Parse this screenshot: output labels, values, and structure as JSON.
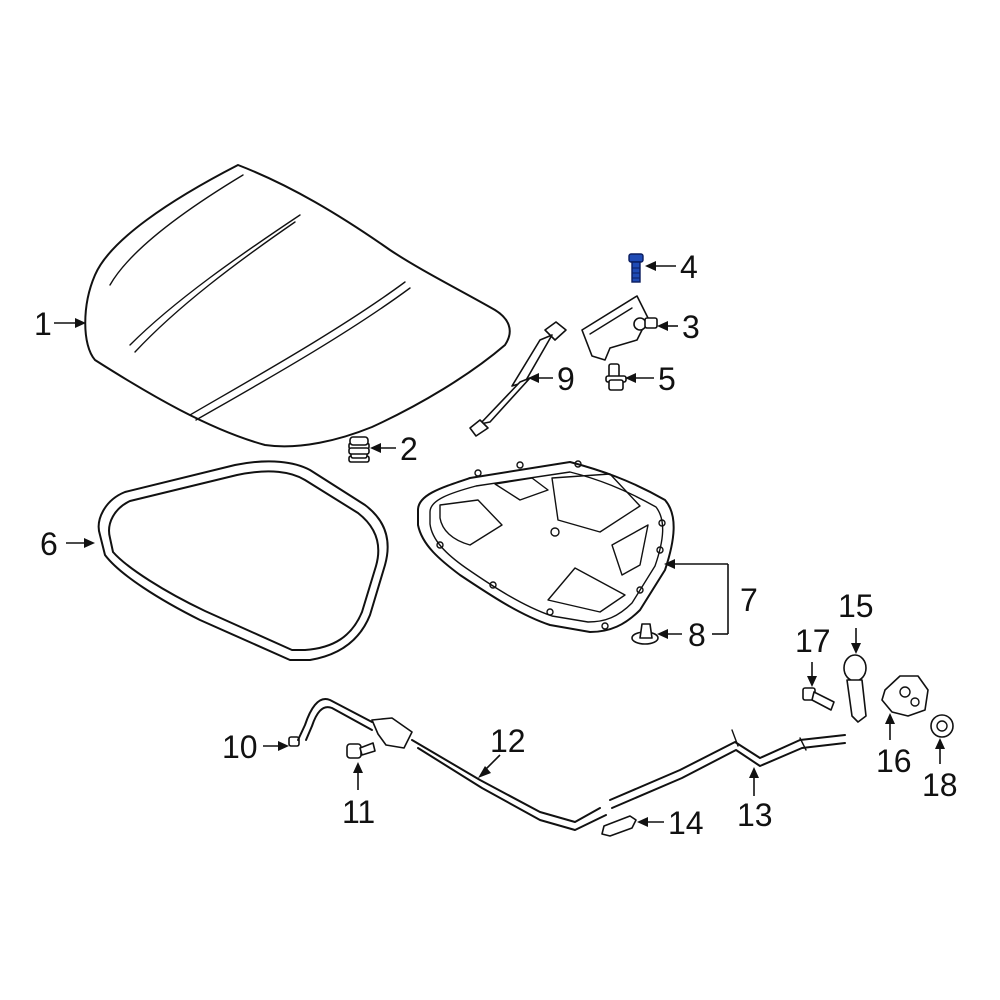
{
  "diagram": {
    "callouts": [
      "1",
      "2",
      "3",
      "4",
      "5",
      "6",
      "7",
      "8",
      "9",
      "10",
      "11",
      "12",
      "13",
      "14",
      "15",
      "16",
      "17",
      "18"
    ],
    "highlight_part": "4",
    "colors": {
      "line": "#111111",
      "highlight": "#1f4bb5",
      "background": "#ffffff"
    },
    "parts": [
      {
        "id": "1",
        "icon": "hood-panel"
      },
      {
        "id": "2",
        "icon": "bumper-stop"
      },
      {
        "id": "3",
        "icon": "hinge-bracket"
      },
      {
        "id": "4",
        "icon": "bolt"
      },
      {
        "id": "5",
        "icon": "bolt"
      },
      {
        "id": "6",
        "icon": "weatherstrip-seal"
      },
      {
        "id": "7",
        "icon": "hood-insulator"
      },
      {
        "id": "8",
        "icon": "retainer-clip"
      },
      {
        "id": "9",
        "icon": "lift-support-strut"
      },
      {
        "id": "10",
        "icon": "cable-end-clip"
      },
      {
        "id": "11",
        "icon": "bolt"
      },
      {
        "id": "12",
        "icon": "release-cable"
      },
      {
        "id": "13",
        "icon": "release-cable"
      },
      {
        "id": "14",
        "icon": "clip"
      },
      {
        "id": "15",
        "icon": "release-handle"
      },
      {
        "id": "16",
        "icon": "hood-latch"
      },
      {
        "id": "17",
        "icon": "bolt"
      },
      {
        "id": "18",
        "icon": "nut"
      }
    ]
  }
}
